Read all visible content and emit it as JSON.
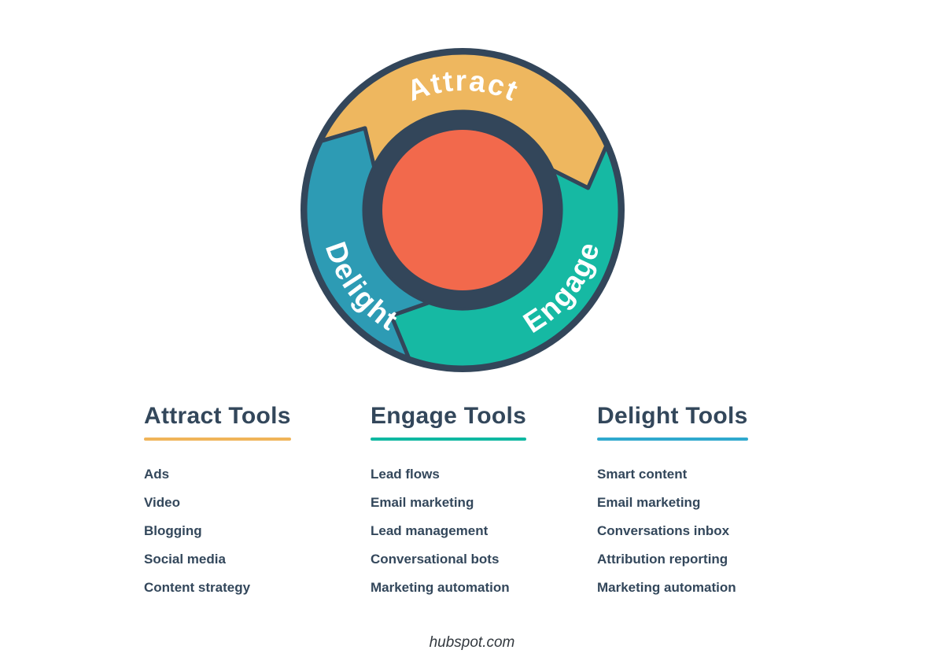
{
  "flywheel": {
    "outline_color": "#33465a",
    "center_color": "#f2694c",
    "segments": [
      {
        "label": "Attract",
        "color": "#eeb75f"
      },
      {
        "label": "Engage",
        "color": "#16b9a3"
      },
      {
        "label": "Delight",
        "color": "#2d9bb4"
      }
    ]
  },
  "columns": [
    {
      "title": "Attract Tools",
      "underline_color": "#f0b459",
      "items": [
        "Ads",
        "Video",
        "Blogging",
        "Social media",
        "Content strategy"
      ]
    },
    {
      "title": "Engage Tools",
      "underline_color": "#0fb8a1",
      "items": [
        "Lead flows",
        "Email marketing",
        "Lead management",
        "Conversational bots",
        "Marketing automation"
      ]
    },
    {
      "title": "Delight Tools",
      "underline_color": "#2fa9ce",
      "items": [
        "Smart content",
        "Email marketing",
        "Conversations inbox",
        "Attribution reporting",
        "Marketing automation"
      ]
    }
  ],
  "footer": {
    "text": "hubspot.com"
  }
}
